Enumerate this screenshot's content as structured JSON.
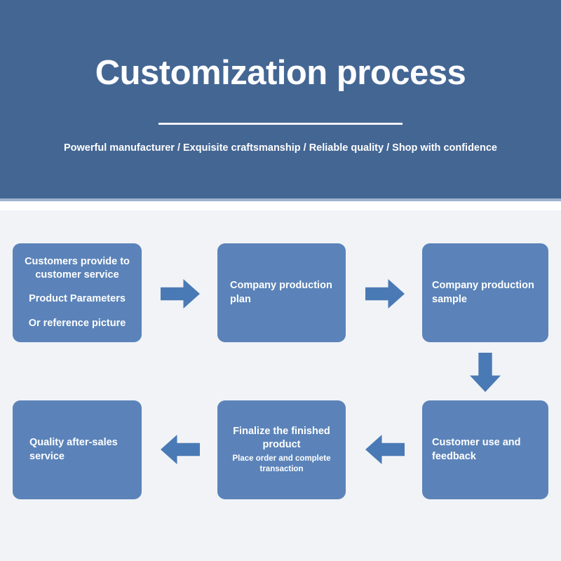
{
  "header": {
    "title": "Customization process",
    "subtitle": "Powerful manufacturer / Exquisite craftsmanship / Reliable quality / Shop with confidence",
    "background_color": "#446693",
    "text_color": "#ffffff"
  },
  "theme": {
    "page_background": "#f1f3f7",
    "box_fill": "#5b83b9",
    "arrow_fill": "#4a7ab5",
    "header_fill": "#446693"
  },
  "flow": {
    "steps": [
      {
        "id": "customer-input",
        "lines": [
          "Customers provide to customer service",
          "Product Parameters",
          "Or reference picture"
        ]
      },
      {
        "id": "production-plan",
        "title": "Company production plan"
      },
      {
        "id": "production-sample",
        "title": "Company production sample"
      },
      {
        "id": "customer-feedback",
        "title": "Customer use and feedback"
      },
      {
        "id": "finalize",
        "title": "Finalize the finished product",
        "subtitle": "Place order and complete transaction"
      },
      {
        "id": "after-sales",
        "title": "Quality after-sales service"
      }
    ],
    "connectors": [
      {
        "id": "arrow-1",
        "direction": "right"
      },
      {
        "id": "arrow-2",
        "direction": "right"
      },
      {
        "id": "arrow-3",
        "direction": "down"
      },
      {
        "id": "arrow-4",
        "direction": "left"
      },
      {
        "id": "arrow-5",
        "direction": "left"
      }
    ]
  }
}
